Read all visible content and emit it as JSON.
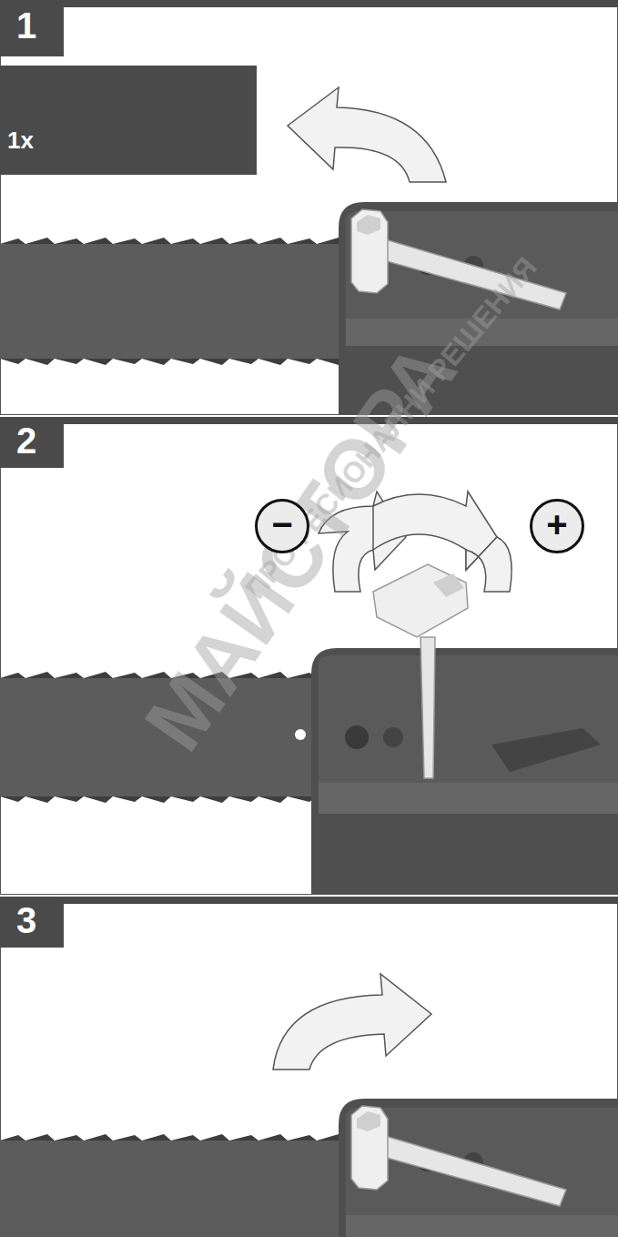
{
  "diagram": {
    "nodes": [
      {
        "text": [
          "1"
        ]
      },
      {
        "text": [
          "1x"
        ]
      },
      {
        "text": [
          "2"
        ]
      },
      {
        "text": [
          "−"
        ]
      },
      {
        "text": [
          "+"
        ]
      },
      {
        "text": [
          "3"
        ]
      }
    ],
    "labels": [
      "МАЙСТОРА",
      "ПРОФЕСИОНАЛНИ РЕШЕНИЯ"
    ]
  }
}
